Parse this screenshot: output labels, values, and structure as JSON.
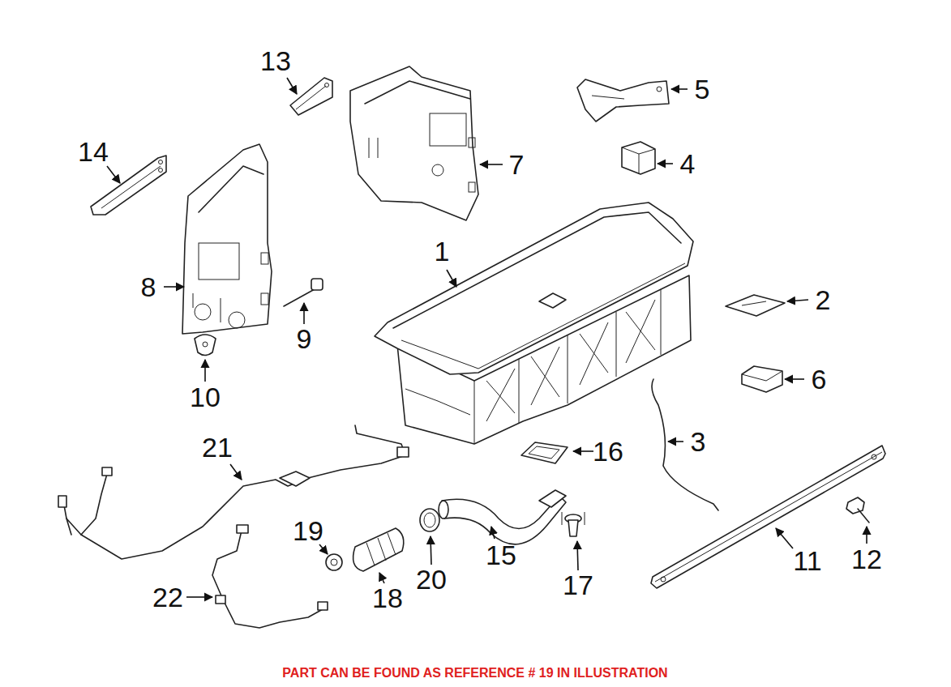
{
  "diagram": {
    "caption": "PART CAN BE FOUND AS REFERENCE # 19 IN ILLUSTRATION",
    "labels": [
      "13",
      "5",
      "14",
      "7",
      "4",
      "1",
      "8",
      "2",
      "9",
      "6",
      "10",
      "3",
      "21",
      "16",
      "19",
      "15",
      "12",
      "11",
      "20",
      "17",
      "18",
      "22"
    ]
  }
}
